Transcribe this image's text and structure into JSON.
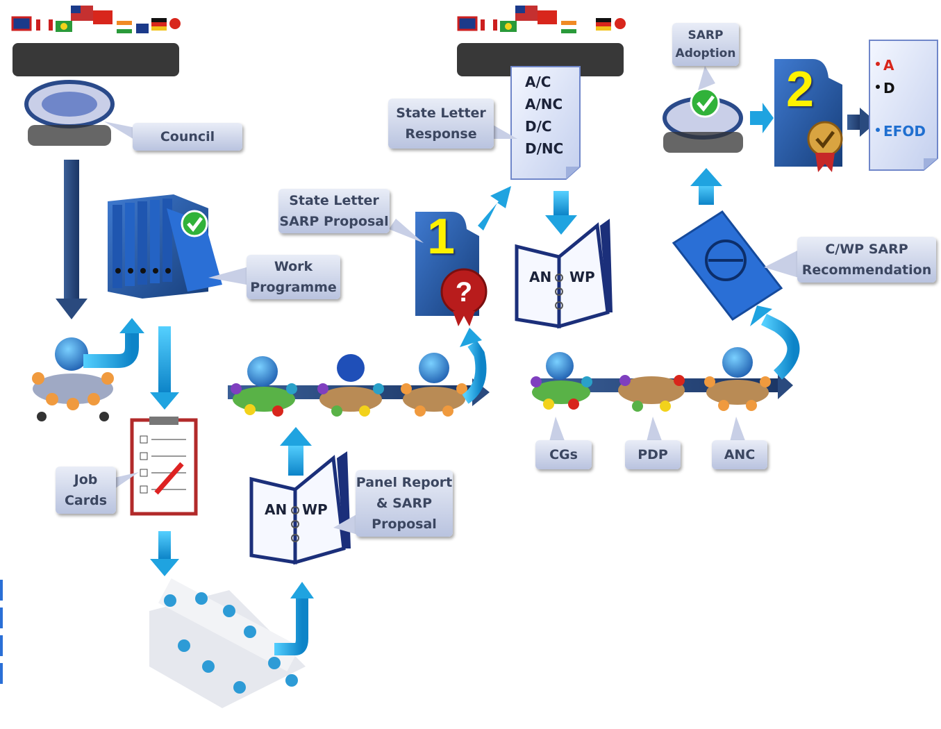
{
  "labels": {
    "council": "Council",
    "work_programme": "Work\nProgramme",
    "job_cards": "Job\nCards",
    "panel_report": "Panel Report\n& SARP\nProposal",
    "state_letter_proposal": "State Letter\nSARP Proposal",
    "state_letter_response": "State Letter\nResponse",
    "cgs": "CGs",
    "pdp": "PDP",
    "anc": "ANC",
    "cwp_recommendation": "C/WP  SARP\nRecommendation",
    "sarp_adoption": "SARP\nAdoption"
  },
  "response_doc": {
    "lines": [
      "A/C",
      "A/NC",
      "D/C",
      "D/NC"
    ]
  },
  "steps": {
    "one": "1",
    "two": "2"
  },
  "book": {
    "left": "AN",
    "right": "WP"
  },
  "final_doc": {
    "item_a": "A",
    "item_d": "D",
    "item_efod": "EFOD"
  },
  "colors": {
    "dark_arrow": "#2a4a7e",
    "light_arrow": "#1fa3e0",
    "callout": "#c8cfe6",
    "folder": "#2b5ea8",
    "red": "#cc1f1f"
  }
}
